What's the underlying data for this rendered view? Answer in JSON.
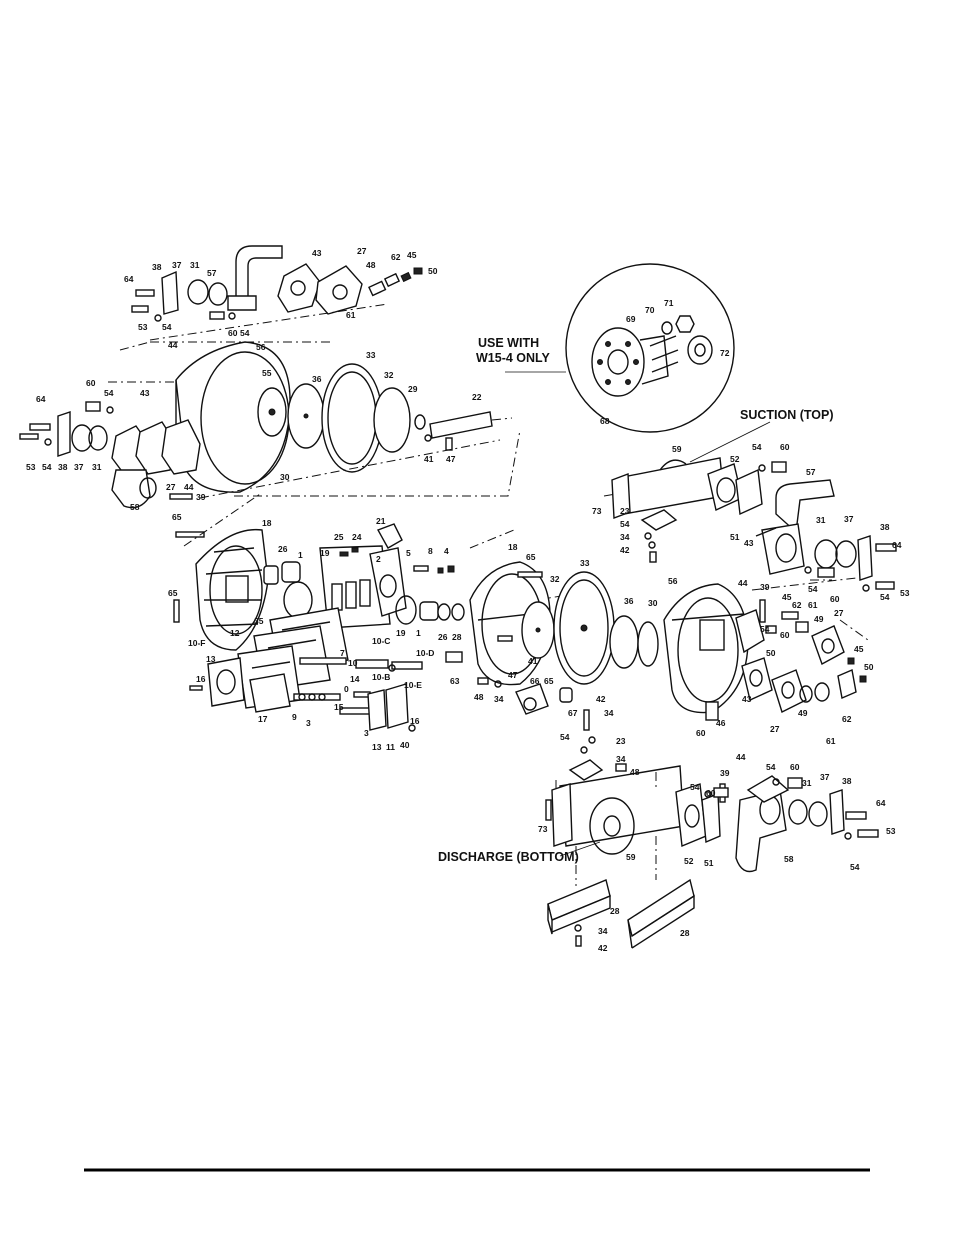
{
  "callouts": {
    "use_with_line1": "USE WITH",
    "use_with_line2": "W15-4 ONLY",
    "suction": "SUCTION (TOP)",
    "discharge": "DISCHARGE (BOTTOM)"
  },
  "part_labels": {
    "p64a": "64",
    "p38a": "38",
    "p37a": "37",
    "p31a": "31",
    "p57a": "57",
    "p43a": "43",
    "p27a": "27",
    "p48a": "48",
    "p62a": "62",
    "p45a": "45",
    "p50a": "50",
    "p53a": "53",
    "p54a": "54",
    "p60a": "60",
    "p54b": "54",
    "p61a": "61",
    "p44a": "44",
    "p56a": "56",
    "p33a": "33",
    "p55a": "55",
    "p36a": "36",
    "p32a": "32",
    "p29a": "29",
    "p22a": "22",
    "p30a": "30",
    "p41a": "41",
    "p47a": "47",
    "p60b": "60",
    "p54c": "54",
    "p64b": "64",
    "p43b": "43",
    "p53b": "53",
    "p54d": "54",
    "p38b": "38",
    "p37b": "37",
    "p31b": "31",
    "p27b": "27",
    "p44b": "44",
    "p58a": "58",
    "p39a": "39",
    "p69": "69",
    "p70": "70",
    "p71": "71",
    "p72": "72",
    "p68": "68",
    "p59a": "59",
    "p54e": "54",
    "p60c": "60",
    "p52a": "52",
    "p57b": "57",
    "p73a": "73",
    "p23a": "23",
    "p54f": "54",
    "p34a": "34",
    "p42a": "42",
    "p51a": "51",
    "p43c": "43",
    "p37c": "37",
    "p38c": "38",
    "p64c": "64",
    "p31c": "31",
    "p54g": "54",
    "p60d": "60",
    "p54h": "54",
    "p53c": "53",
    "p65a": "65",
    "p18a": "18",
    "p21": "21",
    "p25": "25",
    "p24": "24",
    "p26a": "26",
    "p1a": "1",
    "p19a": "19",
    "p2": "2",
    "p65b": "65",
    "p35": "35",
    "p12": "12",
    "p10F": "10-F",
    "p13": "13",
    "p16a": "16",
    "p17": "17",
    "p9": "9",
    "p3a": "3",
    "p7": "7",
    "p10": "10",
    "p10C": "10-C",
    "p10B": "10-B",
    "p10E": "10-E",
    "p10D": "10-D",
    "p14": "14",
    "p15": "15",
    "p0": "0",
    "p3b": "3",
    "p13b": "13",
    "p11": "11",
    "p40": "40",
    "p16b": "16",
    "p5": "5",
    "p8": "8",
    "p4": "4",
    "p19b": "19",
    "p1b": "1",
    "p26b": "26",
    "p28a": "28",
    "p63": "63",
    "p48b": "48",
    "p18b": "18",
    "p65c": "65",
    "p32b": "32",
    "p33b": "33",
    "p36b": "36",
    "p30b": "30",
    "p41b": "41",
    "p47b": "47",
    "p34b": "34",
    "p66": "66",
    "p65d": "65",
    "p67": "67",
    "p42b": "42",
    "p34c": "34",
    "p56b": "56",
    "p44c": "44",
    "p39b": "39",
    "p45b": "45",
    "p62b": "62",
    "p61b": "61",
    "p49a": "49",
    "p27c": "27",
    "p54i": "54",
    "p60e": "60",
    "p50b": "50",
    "p46": "46",
    "p43d": "43",
    "p60f": "60",
    "p27d": "27",
    "p49b": "49",
    "p45c": "45",
    "p50c": "50",
    "p62c": "62",
    "p61c": "61",
    "p54j": "54",
    "p23b": "23",
    "p34d": "34",
    "p48c": "48",
    "p73b": "73",
    "p59b": "59",
    "p52b": "52",
    "p51b": "51",
    "p44d": "44",
    "p39c": "39",
    "p54k": "54",
    "p60g": "60",
    "p54l": "54",
    "p60h": "60",
    "p31d": "31",
    "p37d": "37",
    "p38d": "38",
    "p64d": "64",
    "p53d": "53",
    "p54m": "54",
    "p58b": "58",
    "p28b": "28",
    "p34e": "34",
    "p42c": "42",
    "p28c": "28"
  }
}
